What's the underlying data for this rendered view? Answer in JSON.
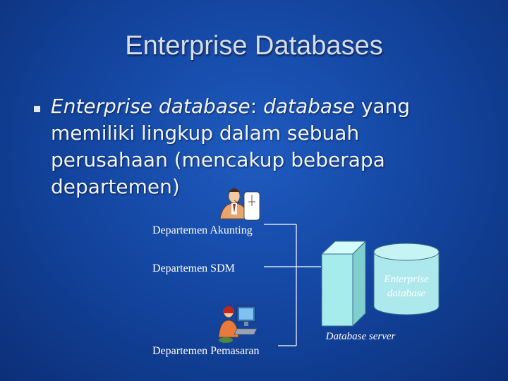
{
  "title": "Enterprise Databases",
  "bullet": {
    "term": "Enterprise database",
    "colon": ":",
    "term2": "database",
    "rest_line1": " yang",
    "line2": "memiliki lingkup dalam sebuah",
    "line3": "perusahaan (mencakup beberapa",
    "line4": "departemen)"
  },
  "diagram": {
    "dept_accounting": "Departemen Akunting",
    "dept_hr": "Departemen SDM",
    "dept_marketing": "Departemen Pemasaran",
    "server_label": "Database server",
    "database_label_line1": "Enterprise",
    "database_label_line2": "database"
  },
  "icons": {
    "accountant": "accountant-clipart-icon",
    "computer_user": "computer-user-clipart-icon"
  },
  "colors": {
    "server_fill": "#a6ecec",
    "database_fill": "#ade9ec",
    "lines": "#ffffff"
  }
}
